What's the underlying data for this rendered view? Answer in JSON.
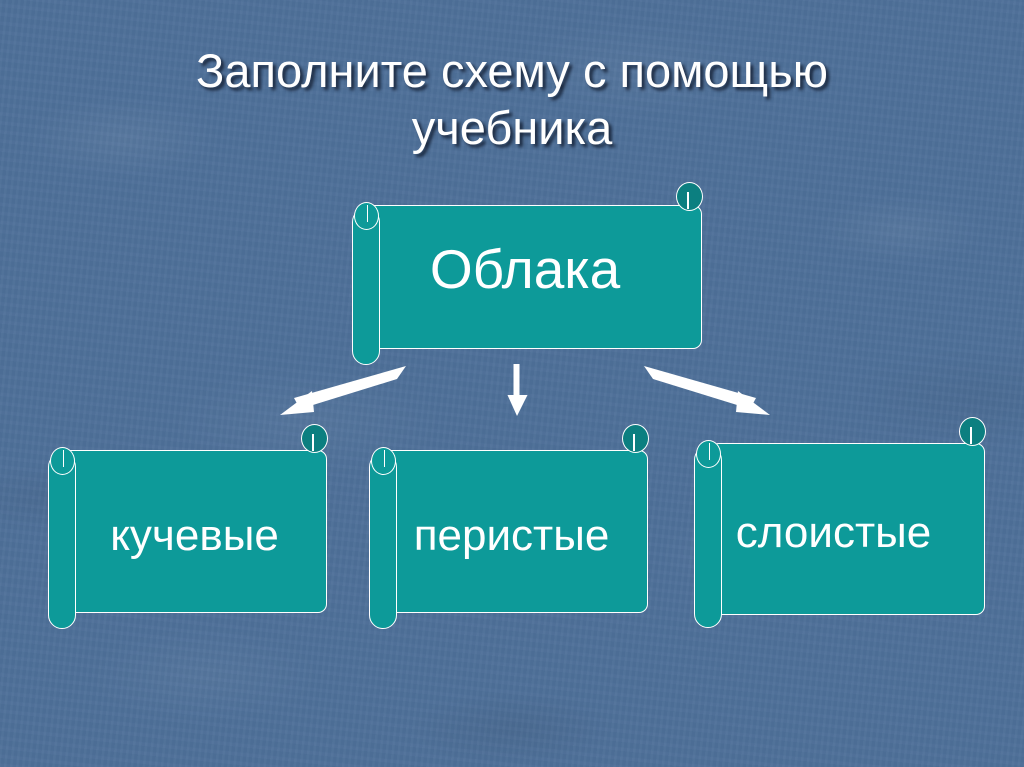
{
  "slide": {
    "title": "Заполните схему с помощью\nучебника",
    "background_color": "#4e7099",
    "accent_color": "#0d9a99",
    "text_color": "#ffffff"
  },
  "diagram": {
    "root": {
      "label": "Облака"
    },
    "children": [
      {
        "label": "кучевые"
      },
      {
        "label": "перистые"
      },
      {
        "label": "слоистые"
      }
    ],
    "connectors": [
      {
        "name": "arrow-to-kuchevye",
        "direction": "down-left"
      },
      {
        "name": "arrow-to-peristye",
        "direction": "down"
      },
      {
        "name": "arrow-to-sloistye",
        "direction": "down-right"
      }
    ]
  },
  "chart_data": {
    "type": "diagram",
    "title": "Заполните схему с помощью учебника",
    "nodes": [
      "Облака",
      "кучевые",
      "перистые",
      "слоистые"
    ],
    "edges": [
      [
        "Облака",
        "кучевые"
      ],
      [
        "Облака",
        "перистые"
      ],
      [
        "Облака",
        "слоистые"
      ]
    ]
  }
}
